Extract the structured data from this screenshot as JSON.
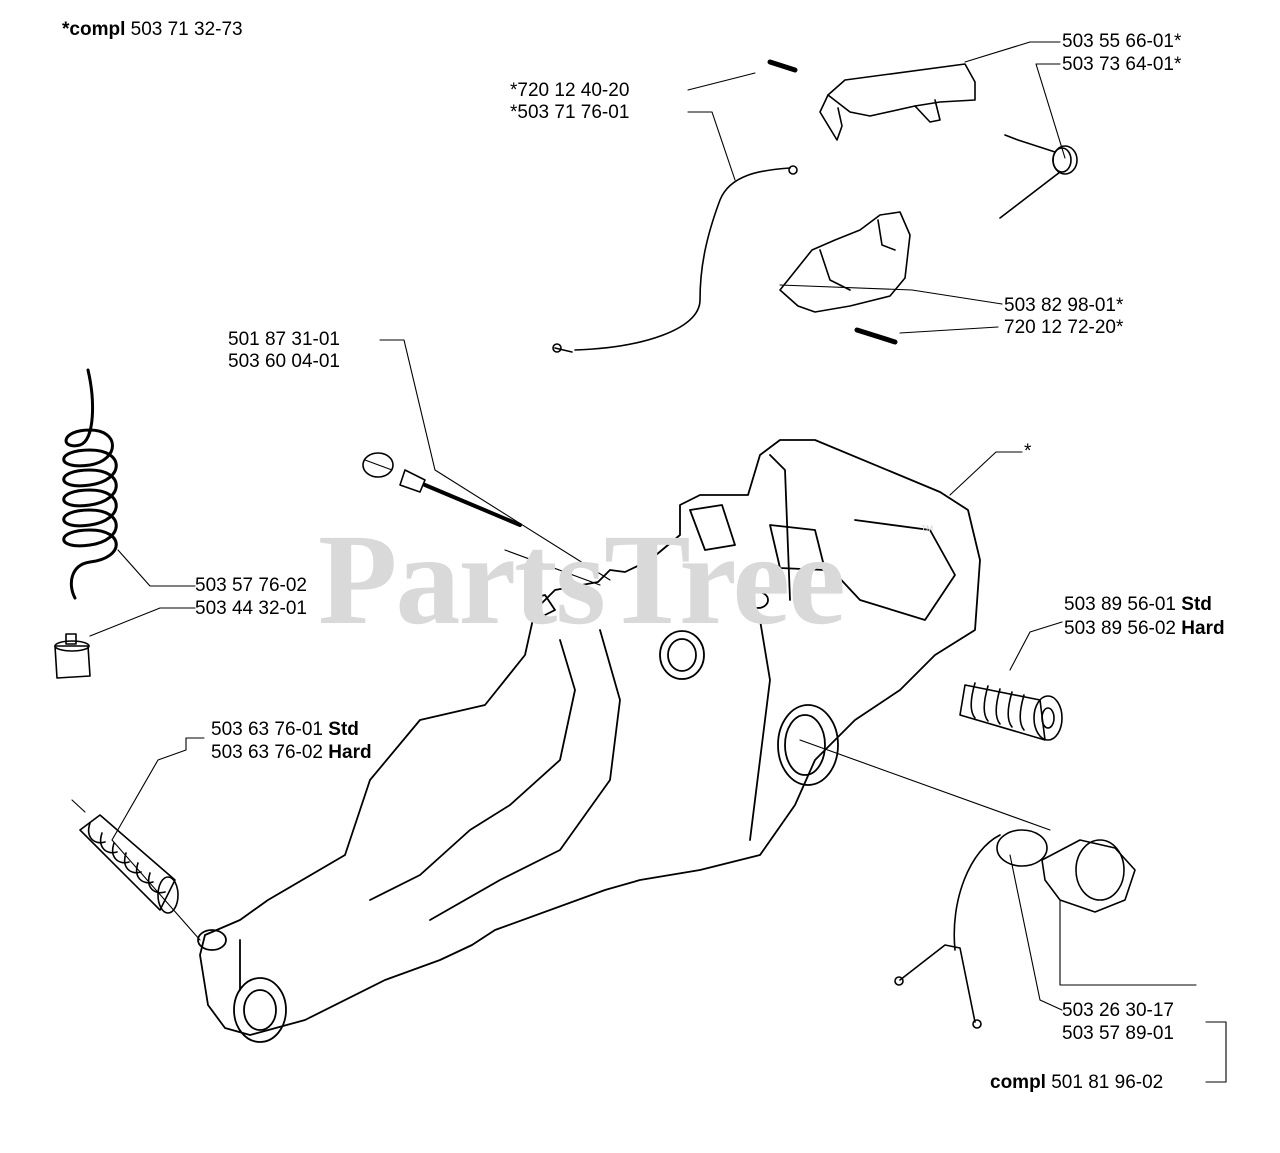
{
  "watermark": "PartsTree",
  "trademark": "™",
  "labels": {
    "compl_top_prefix": "*compl",
    "compl_top_num": "503 71 32-73",
    "p1": "503 55 66-01*",
    "p2": "503 73 64-01*",
    "p3": "*720 12 40-20",
    "p4": "*503 71 76-01",
    "p5": "503 82 98-01*",
    "p6": "720 12 72-20*",
    "p7": "501 87 31-01",
    "p8": "503 60 04-01",
    "p9": "*",
    "p10": "503 57 76-02",
    "p11": "503 44 32-01",
    "p12_num": "503 89 56-01",
    "p12_suffix": "Std",
    "p13_num": "503 89 56-02",
    "p13_suffix": "Hard",
    "p14_num": "503 63 76-01",
    "p14_suffix": "Std",
    "p15_num": "503 63 76-02",
    "p15_suffix": "Hard",
    "p16": "503 26 30-17",
    "p17": "503 57 89-01",
    "compl_bottom_prefix": "compl",
    "compl_bottom_num": "501 81 96-02"
  }
}
